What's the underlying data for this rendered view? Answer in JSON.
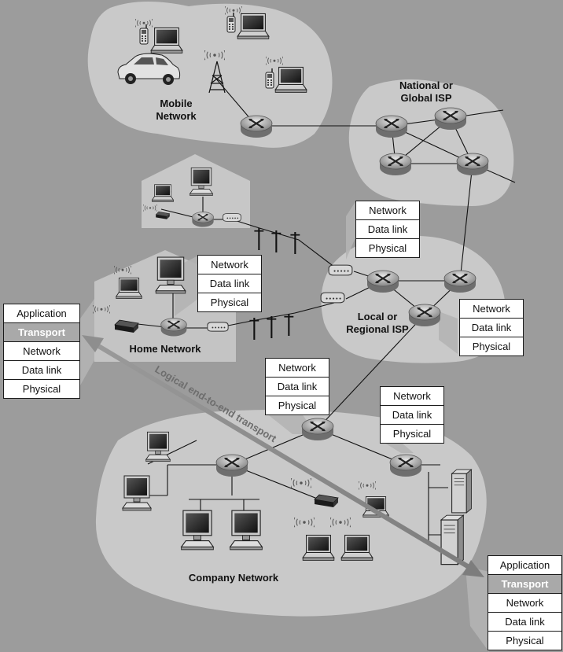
{
  "labels": {
    "mobile_network": [
      "Mobile",
      "Network"
    ],
    "global_isp": [
      "National or",
      "Global ISP"
    ],
    "regional_isp": [
      "Local or",
      "Regional ISP"
    ],
    "home_network": "Home Network",
    "company_network": "Company Network",
    "logical_transport": "Logical end-to-end transport"
  },
  "stacks": {
    "end_host_left": [
      "Application",
      "Transport",
      "Network",
      "Data link",
      "Physical"
    ],
    "end_host_right": [
      "Application",
      "Transport",
      "Network",
      "Data link",
      "Physical"
    ],
    "router_global_edge": [
      "Network",
      "Data link",
      "Physical"
    ],
    "router_home_edge": [
      "Network",
      "Data link",
      "Physical"
    ],
    "router_regional_right": [
      "Network",
      "Data link",
      "Physical"
    ],
    "router_company_edge": [
      "Network",
      "Data link",
      "Physical"
    ],
    "router_company_right": [
      "Network",
      "Data link",
      "Physical"
    ]
  },
  "highlighted_layer": "Transport",
  "colors": {
    "background": "#9c9c9c",
    "cloud": "#c9c9c9",
    "arrow": "#8e8e8e",
    "highlight_layer": "#a9a9a9"
  },
  "icons": [
    "router-icon",
    "laptop-icon",
    "desktop-icon",
    "cell-phone-icon",
    "car-icon",
    "cell-tower-icon",
    "modem-icon",
    "utility-pole-icon",
    "server-icon"
  ]
}
